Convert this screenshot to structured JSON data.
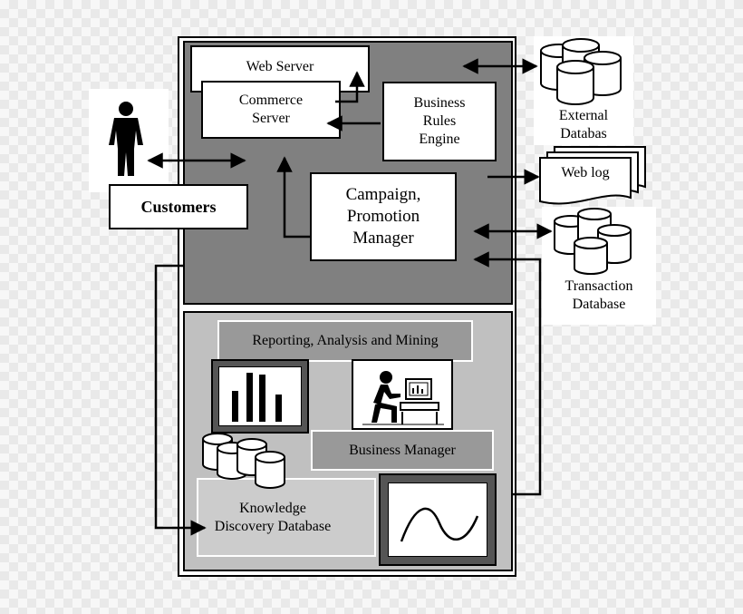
{
  "customers": {
    "label": "Customers"
  },
  "system": {
    "web_server": "Web Server",
    "commerce_server": "Commerce\nServer",
    "business_rules_engine": "Business\nRules\nEngine",
    "campaign_manager": "Campaign,\nPromotion\nManager"
  },
  "analytics": {
    "reporting": "Reporting, Analysis and Mining",
    "business_manager": "Business Manager",
    "knowledge_discovery_db": "Knowledge\nDiscovery Database"
  },
  "external": {
    "external_db": "External\nDatabas",
    "web_log": "Web log",
    "transaction_db": "Transaction\nDatabase"
  }
}
